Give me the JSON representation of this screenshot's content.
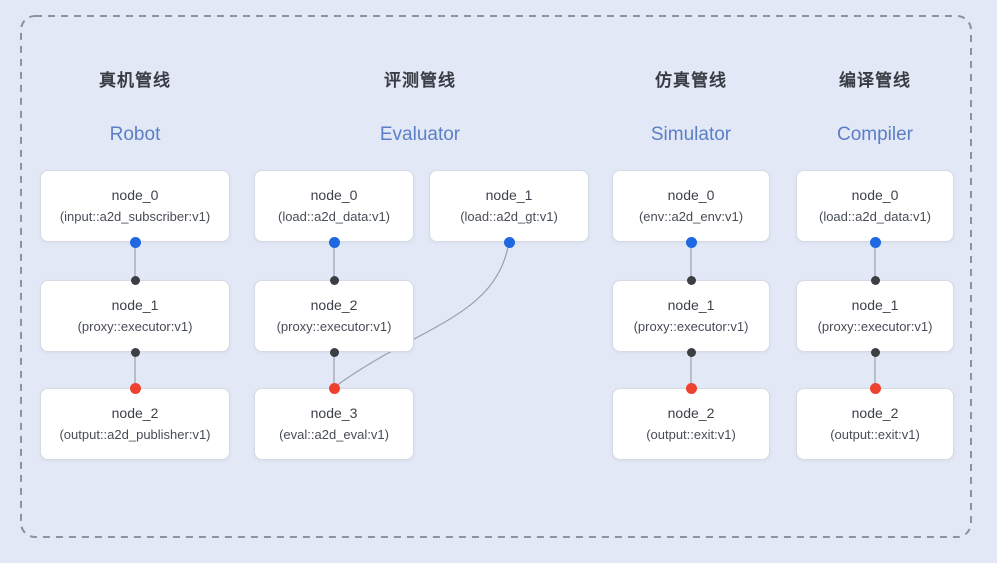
{
  "canvas": {
    "background_color": "#e2e8f6",
    "dashed_border_color": "#8d93a0",
    "edge_color": "#99a1b0",
    "port_colors": {
      "input_port": "#1f68e0",
      "mid_port": "#3b3e42",
      "output_port": "#ee4130"
    }
  },
  "pipelines": [
    {
      "id": "robot",
      "title_zh": "真机管线",
      "title_en": "Robot",
      "nodes": [
        {
          "name": "node_0",
          "type": "(input::a2d_subscriber:v1)"
        },
        {
          "name": "node_1",
          "type": "(proxy::executor:v1)"
        },
        {
          "name": "node_2",
          "type": "(output::a2d_publisher:v1)"
        }
      ]
    },
    {
      "id": "evaluator",
      "title_zh": "评测管线",
      "title_en": "Evaluator",
      "nodes": [
        {
          "name": "node_0",
          "type": "(load::a2d_data:v1)"
        },
        {
          "name": "node_1",
          "type": "(load::a2d_gt:v1)"
        },
        {
          "name": "node_2",
          "type": "(proxy::executor:v1)"
        },
        {
          "name": "node_3",
          "type": "(eval::a2d_eval:v1)"
        }
      ]
    },
    {
      "id": "simulator",
      "title_zh": "仿真管线",
      "title_en": "Simulator",
      "nodes": [
        {
          "name": "node_0",
          "type": "(env::a2d_env:v1)"
        },
        {
          "name": "node_1",
          "type": "(proxy::executor:v1)"
        },
        {
          "name": "node_2",
          "type": "(output::exit:v1)"
        }
      ]
    },
    {
      "id": "compiler",
      "title_zh": "编译管线",
      "title_en": "Compiler",
      "nodes": [
        {
          "name": "node_0",
          "type": "(load::a2d_data:v1)"
        },
        {
          "name": "node_1",
          "type": "(proxy::executor:v1)"
        },
        {
          "name": "node_2",
          "type": "(output::exit:v1)"
        }
      ]
    }
  ]
}
